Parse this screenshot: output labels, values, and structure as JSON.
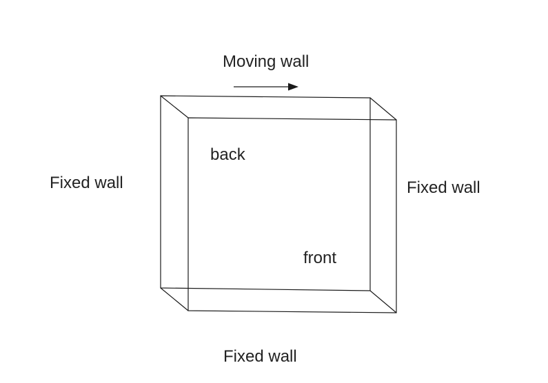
{
  "labels": {
    "top": "Moving wall",
    "left": "Fixed wall",
    "right": "Fixed wall",
    "bottom": "Fixed wall",
    "back": "back",
    "front": "front"
  },
  "colors": {
    "stroke": "#1a1a1a",
    "text": "#222222",
    "background": "#ffffff"
  }
}
